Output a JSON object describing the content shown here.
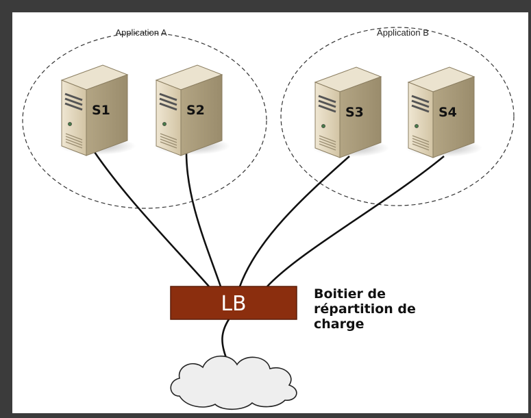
{
  "groups": [
    {
      "id": "a",
      "label": "Application A"
    },
    {
      "id": "b",
      "label": "Application B"
    }
  ],
  "servers": [
    {
      "id": "s1",
      "label": "S1",
      "group": "a"
    },
    {
      "id": "s2",
      "label": "S2",
      "group": "a"
    },
    {
      "id": "s3",
      "label": "S3",
      "group": "b"
    },
    {
      "id": "s4",
      "label": "S4",
      "group": "b"
    }
  ],
  "load_balancer": {
    "label": "LB",
    "caption_lines": [
      "Boitier de",
      "répartition de",
      "charge"
    ],
    "color": "#8b2e0e"
  },
  "cloud": {
    "icon": "cloud-icon",
    "color": "#eeeeee"
  },
  "colors": {
    "frame": "#3b3b3b",
    "server_body": "#d9ccb0",
    "server_side": "#a89a7c",
    "link": "#111111"
  }
}
